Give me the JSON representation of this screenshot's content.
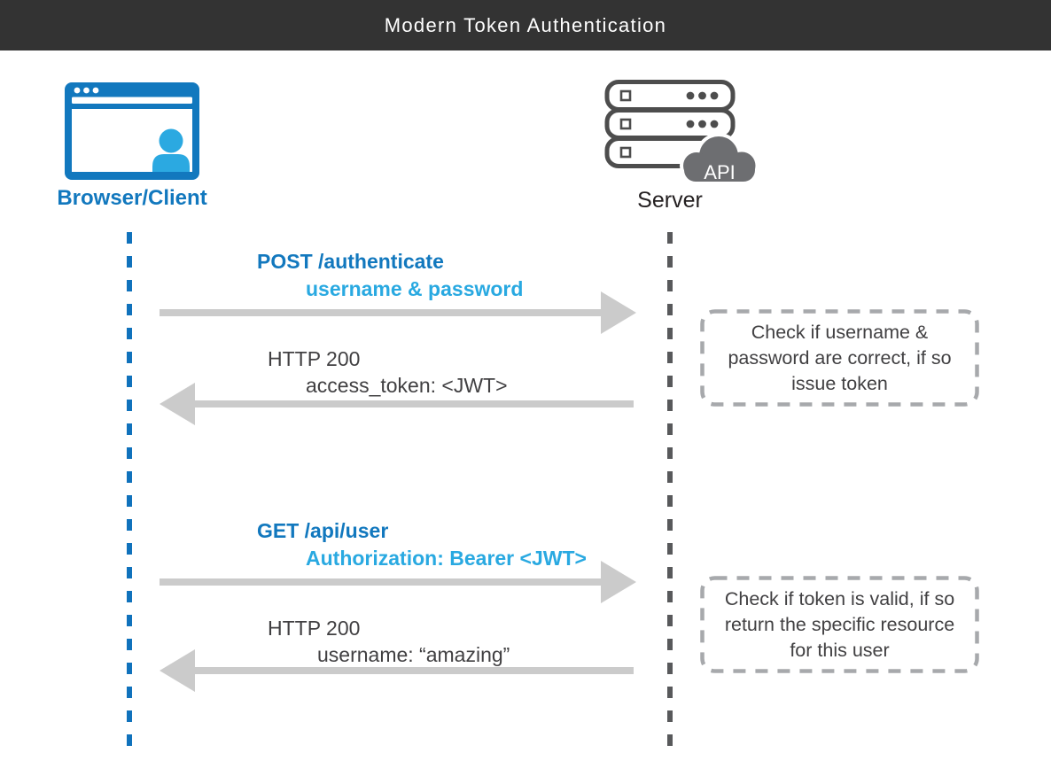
{
  "title": "Modern Token Authentication",
  "actors": {
    "client": {
      "label": "Browser/Client"
    },
    "server": {
      "label": "Server",
      "badge": "API"
    }
  },
  "messages": [
    {
      "kind": "request",
      "direction": "right",
      "title": "POST /authenticate",
      "detail": "username & password"
    },
    {
      "kind": "response",
      "direction": "left",
      "title": "HTTP 200",
      "detail": "access_token: <JWT>"
    },
    {
      "kind": "request",
      "direction": "right",
      "title": "GET /api/user",
      "detail": "Authorization: Bearer <JWT>"
    },
    {
      "kind": "response",
      "direction": "left",
      "title": "HTTP 200",
      "detail": "username: “amazing”"
    }
  ],
  "notes": [
    {
      "lines": [
        "Check if username &",
        "password are correct, if so",
        "issue token"
      ]
    },
    {
      "lines": [
        "Check if token is valid, if so",
        "return the specific resource",
        "for this user"
      ]
    }
  ],
  "colors": {
    "titlebar_bg": "#333333",
    "titlebar_text": "#FFFFFF",
    "request_title": "#1278BE",
    "request_detail": "#29A9E1",
    "response_text": "#414042",
    "arrow": "#CBCBCB",
    "client_lifeline": "#1072BC",
    "server_lifeline": "#58595B",
    "note_border": "#A7A9AC",
    "note_text": "#414042",
    "browser_icon_blue": "#1278BE",
    "person_icon_blue": "#2BA9E1",
    "server_icon_gray": "#4D4D4D",
    "cloud_gray": "#6D6E71"
  }
}
